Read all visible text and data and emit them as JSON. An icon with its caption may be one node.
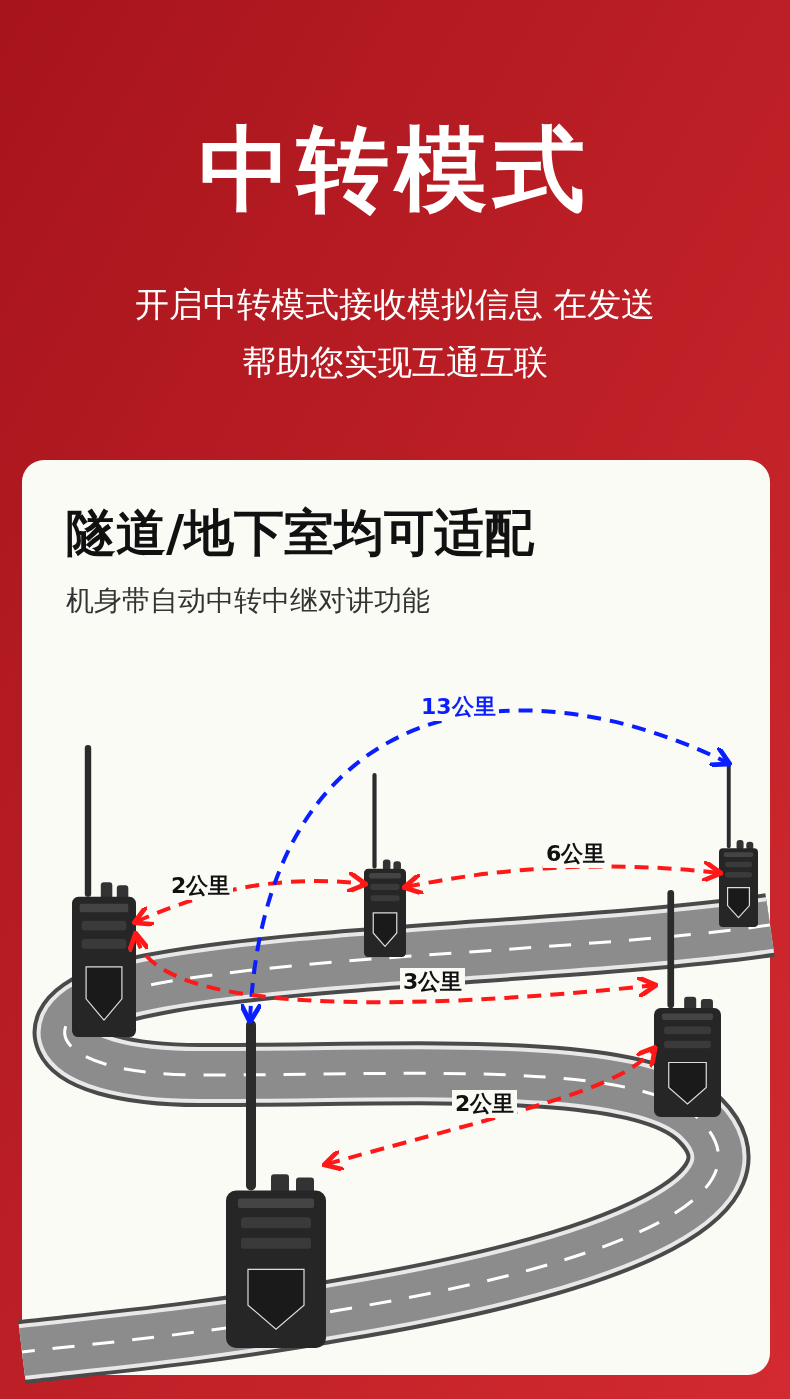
{
  "diagram": {
    "title": "中转模式",
    "nodes": [
      {
        "text": [],
        "shape": "picture"
      },
      {
        "text": [],
        "shape": "picture"
      },
      {
        "text": [],
        "shape": "picture"
      },
      {
        "text": [],
        "shape": "picture"
      },
      {
        "text": [],
        "shape": "picture"
      }
    ],
    "edges": [
      {
        "from": 0,
        "to": 2,
        "arrow": "both",
        "label": "2公里",
        "style": "dashed"
      },
      {
        "from": 1,
        "to": 4,
        "arrow": "both",
        "label": "13公里",
        "style": "dashed",
        "color": "#0a1eff"
      },
      {
        "from": 2,
        "to": 4,
        "arrow": "both",
        "label": "6公里",
        "style": "dashed"
      },
      {
        "from": 0,
        "to": 3,
        "arrow": "both",
        "label": "3公里",
        "style": "dashed"
      },
      {
        "from": 1,
        "to": 3,
        "arrow": "both",
        "label": "2公里",
        "style": "dashed"
      }
    ],
    "labels": [
      "开启中转模式接收模拟信息 在发送帮助您实现互通互联",
      "隧道/地下室均可适配",
      "机身带自动中转中继对讲功能"
    ]
  }
}
